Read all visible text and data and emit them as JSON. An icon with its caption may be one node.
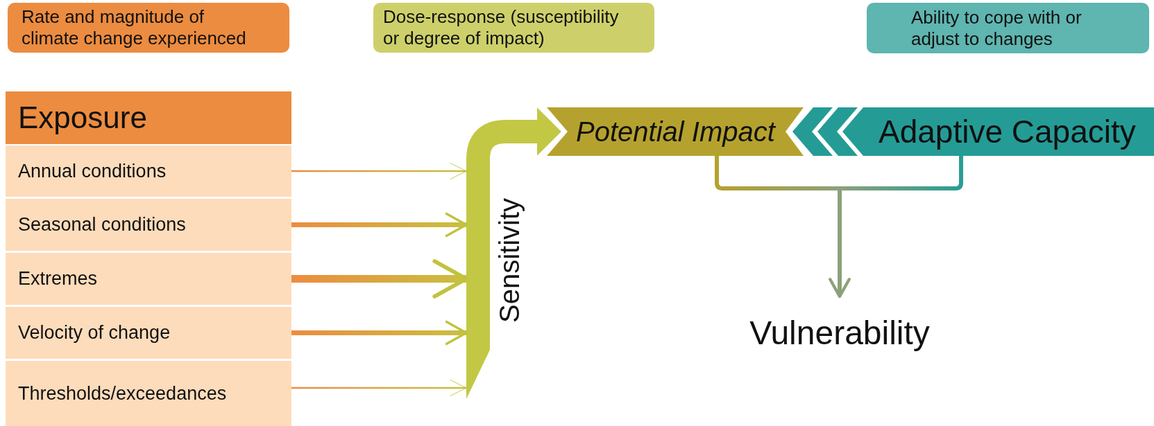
{
  "diagram": {
    "nodes": [
      {
        "text": [
          "Rate and magnitude of climate change experienced"
        ]
      },
      {
        "text": [
          "Dose-response (susceptibility or degree of impact)"
        ]
      },
      {
        "text": [
          "Ability to cope with or adjust to changes"
        ]
      },
      {
        "text": [
          "Exposure"
        ]
      },
      {
        "text": [
          "Annual conditions"
        ]
      },
      {
        "text": [
          "Seasonal conditions"
        ]
      },
      {
        "text": [
          "Extremes"
        ]
      },
      {
        "text": [
          "Velocity of change"
        ]
      },
      {
        "text": [
          "Thresholds/exceedances"
        ]
      },
      {
        "text": [
          "Sensitivity"
        ]
      },
      {
        "text": [
          "Potential Impact"
        ]
      },
      {
        "text": [
          "Adaptive Capacity"
        ]
      },
      {
        "text": [
          "Vulnerability"
        ]
      }
    ],
    "edges": [
      {
        "from": 4,
        "to": 9,
        "arrow": "to"
      },
      {
        "from": 5,
        "to": 9,
        "arrow": "to",
        "style": "thick"
      },
      {
        "from": 6,
        "to": 9,
        "arrow": "to",
        "style": "thick"
      },
      {
        "from": 7,
        "to": 9,
        "arrow": "to",
        "style": "thick"
      },
      {
        "from": 8,
        "to": 9,
        "arrow": "to"
      },
      {
        "from": 9,
        "to": 10,
        "arrow": "to"
      },
      {
        "from": 11,
        "to": 10,
        "arrow": "to"
      },
      {
        "from": 10,
        "to": 12,
        "arrow": "to"
      },
      {
        "from": 11,
        "to": 12,
        "arrow": "to"
      }
    ]
  }
}
